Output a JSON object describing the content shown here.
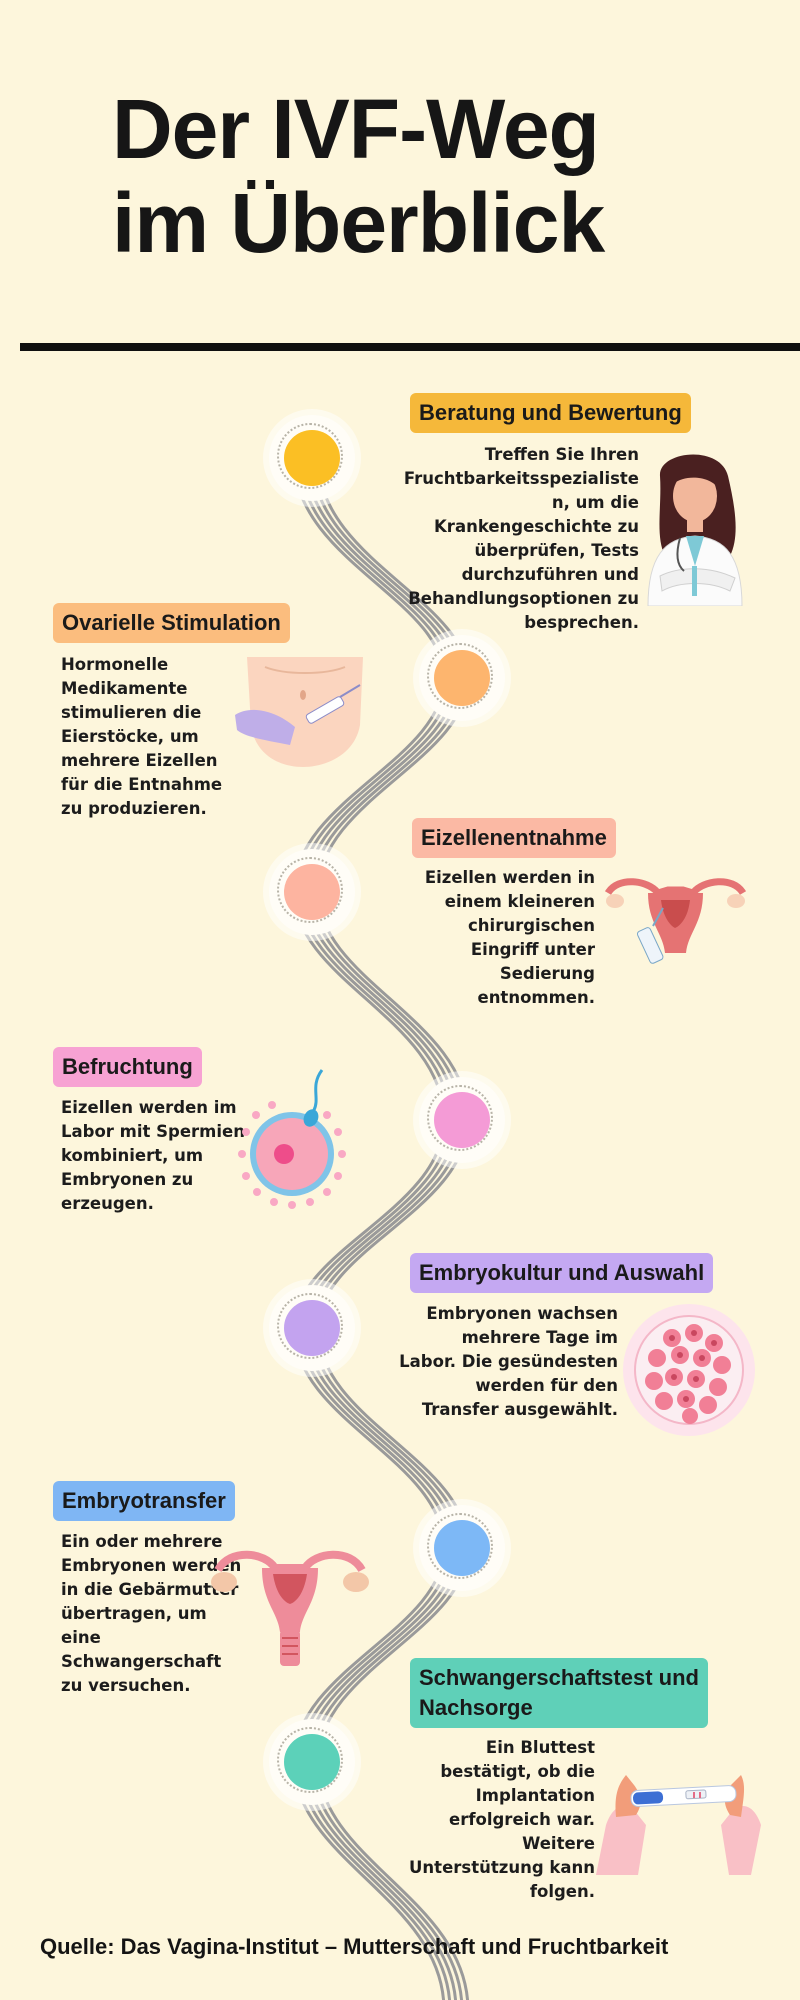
{
  "title_line1": "Der IVF-Weg",
  "title_line2": "im Überblick",
  "steps": [
    {
      "title": "Beratung und Bewertung",
      "color": "#f5b83a",
      "dot": "#fbbf24",
      "text": [
        "Treffen Sie Ihren",
        "Fruchtbarkeitsspezialiste",
        "n, um die",
        "Krankengeschichte zu",
        "überprüfen, Tests",
        "durchzuführen und",
        "Behandlungsoptionen zu",
        "besprechen."
      ],
      "icon": "doctor-icon"
    },
    {
      "title": "Ovarielle Stimulation",
      "color": "#fbbd7e",
      "dot": "#fdba74",
      "text": [
        "Hormonelle",
        "Medikamente",
        "stimulieren die",
        "Eierstöcke, um",
        "mehrere Eizellen",
        "für die Entnahme",
        "zu produzieren."
      ],
      "icon": "injection-belly-icon"
    },
    {
      "title": "Eizellenentnahme",
      "color": "#fbb9a4",
      "dot": "#fdb4a0",
      "text": [
        "Eizellen werden in",
        "einem kleineren",
        "chirurgischen",
        "Eingriff unter",
        "Sedierung",
        "entnommen."
      ],
      "icon": "uterus-syringe-icon"
    },
    {
      "title": "Befruchtung",
      "color": "#f7a2d3",
      "dot": "#f49bd6",
      "text": [
        "Eizellen werden im",
        "Labor mit Spermien",
        "kombiniert, um",
        "Embryonen zu",
        "erzeugen."
      ],
      "icon": "egg-sperm-icon"
    },
    {
      "title": "Embryokultur und Auswahl",
      "color": "#c4a8f2",
      "dot": "#c3a3ef",
      "text": [
        "Embryonen wachsen",
        "mehrere Tage im",
        "Labor. Die gesündesten",
        "werden für den",
        "Transfer ausgewählt."
      ],
      "icon": "embryo-cells-icon"
    },
    {
      "title": "Embryotransfer",
      "color": "#7fb6f4",
      "dot": "#7db8f6",
      "text": [
        "Ein oder mehrere",
        "Embryonen werden",
        "in die Gebärmutter",
        "übertragen, um",
        "eine",
        "Schwangerschaft",
        "zu versuchen."
      ],
      "icon": "uterus-icon"
    },
    {
      "title": "Schwangerschaftstest und Nachsorge",
      "title_line1": "Schwangerschaftstest und",
      "title_line2": "Nachsorge",
      "color": "#5fd0b8",
      "dot": "#5cd1b9",
      "text": [
        "Ein Bluttest",
        "bestätigt, ob die",
        "Implantation",
        "erfolgreich war.",
        "Weitere",
        "Unterstützung kann",
        "folgen."
      ],
      "icon": "pregnancy-test-icon"
    }
  ],
  "source": "Quelle: Das Vagina-Institut – Mutterschaft und Fruchtbarkeit"
}
